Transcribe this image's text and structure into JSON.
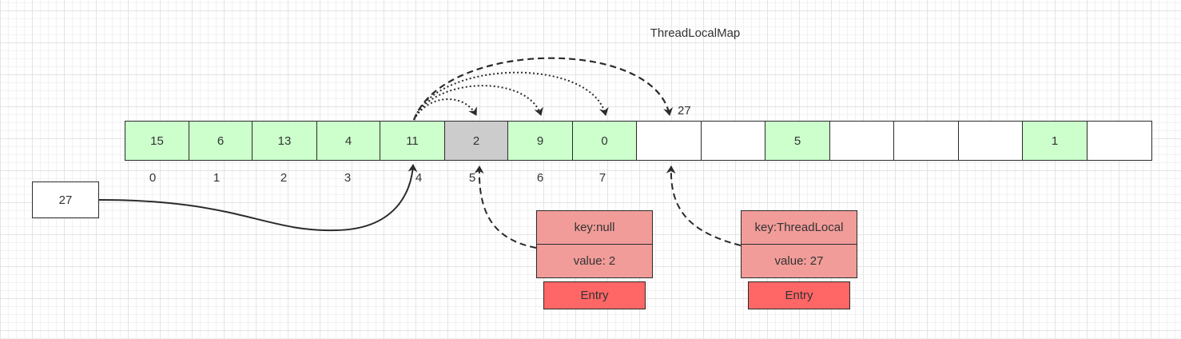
{
  "diagram": {
    "title": "ThreadLocalMap",
    "table": {
      "cells": [
        {
          "value": "15",
          "state": "filled"
        },
        {
          "value": "6",
          "state": "filled"
        },
        {
          "value": "13",
          "state": "filled"
        },
        {
          "value": "4",
          "state": "filled"
        },
        {
          "value": "11",
          "state": "filled"
        },
        {
          "value": "2",
          "state": "stale"
        },
        {
          "value": "9",
          "state": "filled"
        },
        {
          "value": "0",
          "state": "filled"
        },
        {
          "value": "",
          "state": "empty"
        },
        {
          "value": "",
          "state": "empty"
        },
        {
          "value": "5",
          "state": "filled"
        },
        {
          "value": "",
          "state": "empty"
        },
        {
          "value": "",
          "state": "empty"
        },
        {
          "value": "",
          "state": "empty"
        },
        {
          "value": "1",
          "state": "filled"
        },
        {
          "value": "",
          "state": "empty"
        }
      ],
      "indices": [
        "0",
        "1",
        "2",
        "3",
        "4",
        "5",
        "6",
        "7"
      ]
    },
    "new_key": "27",
    "target_label": "27",
    "entries": [
      {
        "key": "key:null",
        "value": "value: 2",
        "label": "Entry"
      },
      {
        "key": "key:ThreadLocal",
        "value": "value: 27",
        "label": "Entry"
      }
    ],
    "colors": {
      "filled": "#ccffcc",
      "stale": "#cccccc",
      "empty": "#ffffff",
      "entry_fields": "#f19c99",
      "entry_label": "#ff6666",
      "line": "#2b2b2b"
    }
  }
}
